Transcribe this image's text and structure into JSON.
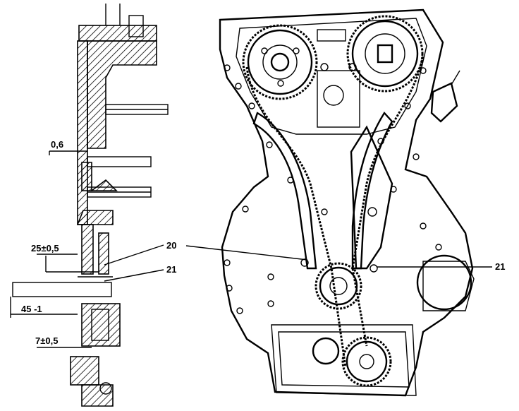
{
  "dimensions": {
    "gap": "0,6",
    "depth": "25±0,5",
    "length": "45 -1",
    "offset": "7±0,5"
  },
  "callouts": {
    "part_20": "20",
    "part_21_left": "21",
    "part_21_right": "21"
  },
  "colors": {
    "ink": "#000000",
    "paper": "#ffffff"
  }
}
